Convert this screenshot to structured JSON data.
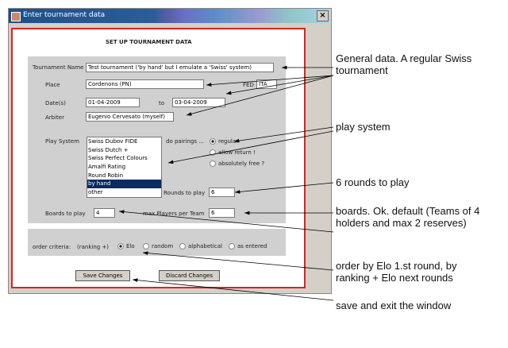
{
  "window": {
    "title": "Enter tournament data",
    "close": "×"
  },
  "heading": "SET UP TOURNAMENT DATA",
  "fields": {
    "tournament_name": {
      "label": "Tournament Name",
      "value": "Test tournament ('by hand' but I emulate a 'Swiss' system)"
    },
    "place": {
      "label": "Place",
      "value": "Cordenons (PN)"
    },
    "fed": {
      "label": "FED",
      "value": "ITA"
    },
    "dates": {
      "label": "Date(s)",
      "from": "01-04-2009",
      "to_label": "to",
      "to": "03-04-2009"
    },
    "arbiter": {
      "label": "Arbiter",
      "value": "Eugenio Cervesato (myself)"
    }
  },
  "play_system": {
    "label": "Play System",
    "options": [
      "Swiss Dubov FIDE",
      "Swiss Dutch +",
      "Swiss Perfect Colours",
      "Amalfi Rating",
      "Round Robin",
      "by hand",
      "other"
    ],
    "selected": "by hand"
  },
  "pairings": {
    "label": "do pairings ...",
    "options": [
      "regular",
      "allow return !",
      "absolutely free ?"
    ],
    "selected": "regular"
  },
  "rounds": {
    "label": "Rounds to play",
    "value": "6"
  },
  "boards": {
    "label": "Boards to play",
    "value": "4"
  },
  "max_players": {
    "label": "max Players per Team",
    "value": "6"
  },
  "order": {
    "label": "order criteria:",
    "sub": "(ranking +)",
    "options": [
      "Elo",
      "random",
      "alphabetical",
      "as entered"
    ],
    "selected": "Elo"
  },
  "buttons": {
    "save": "Save Changes",
    "discard": "Discard Changes"
  },
  "annotations": [
    "General data. A regular Swiss tournament",
    "play system",
    "6 rounds to play",
    "boards. Ok. default (Teams of 4 holders and max 2 reserves)",
    "order by Elo 1.st round, by ranking + Elo next rounds",
    "save and exit the window"
  ]
}
